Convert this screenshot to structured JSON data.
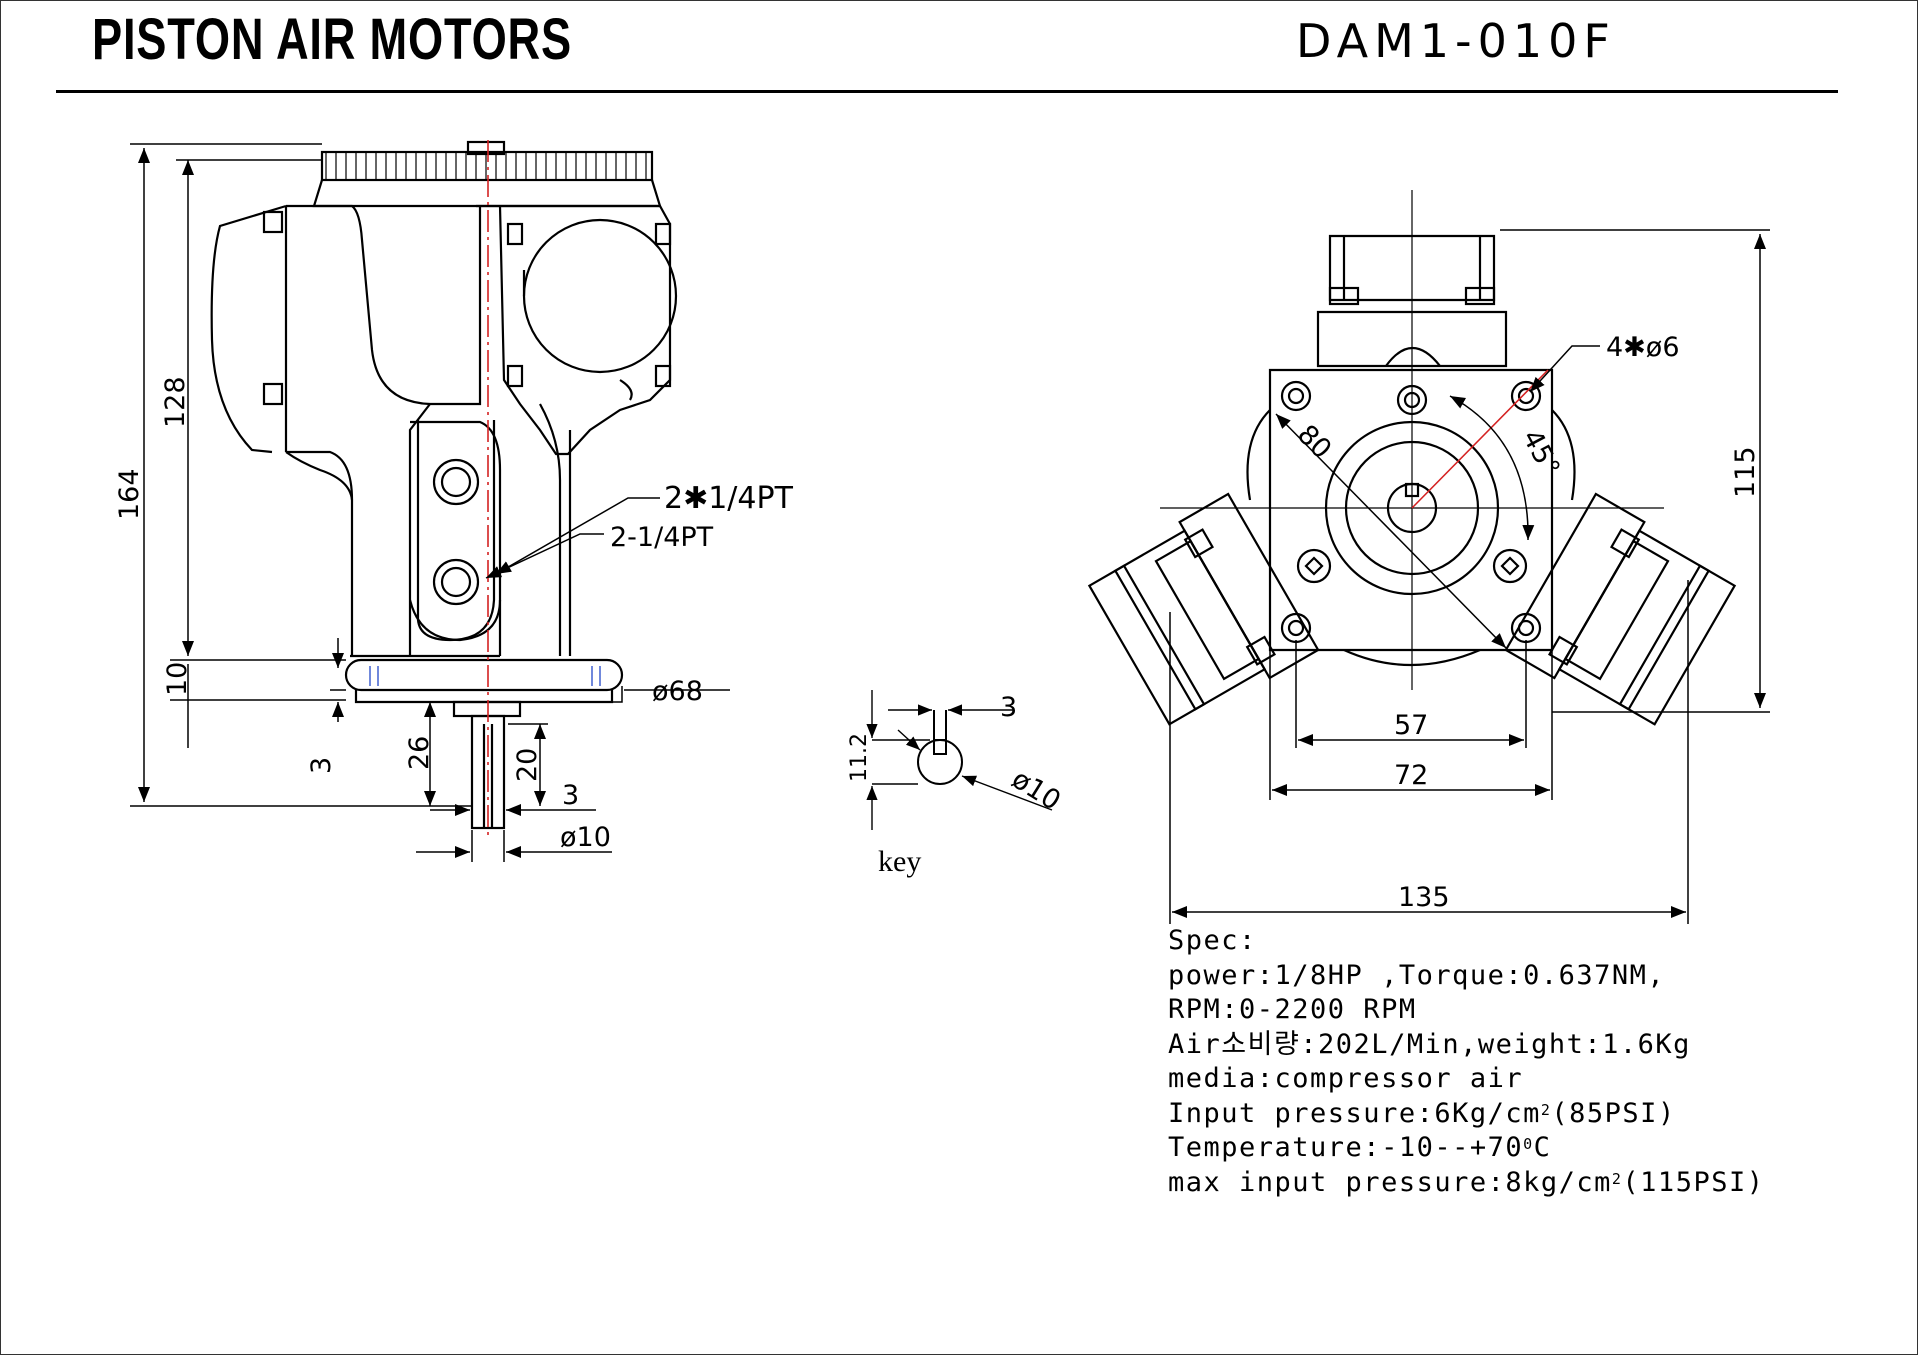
{
  "title": "PISTON AIR MOTORS",
  "model": "DAM1-010F",
  "side_view": {
    "dim_total_height": "164",
    "dim_body_height": "128",
    "dim_flange": "10",
    "dim_flange_step": "3",
    "dim_shaft_26": "26",
    "dim_shaft_20": "20",
    "dim_shaft_key": "3",
    "dim_shaft_dia": "ø10",
    "dim_flange_dia": "ø68",
    "port_label_1": "2✱1/4PT",
    "port_label_2": "2-1/4PT"
  },
  "key_view": {
    "label": "key",
    "dim_width": "3",
    "dim_height": "11.2",
    "dim_dia": "ø10"
  },
  "front_view": {
    "dim_holes": "4✱ø6",
    "dim_diag": "80",
    "dim_angle": "45°",
    "dim_height": "115",
    "dim_57": "57",
    "dim_72": "72",
    "dim_135": "135"
  },
  "spec": {
    "heading": "Spec:",
    "line1": "power:1/8HP ,Torque:0.637NM,",
    "line2": "RPM:0-2200 RPM",
    "line3": "Air소비량:202L/Min,weight:1.6Kg",
    "line4": "media:compressor air",
    "line5_pre": "Input pressure:6Kg/cm",
    "line5_sup": "2",
    "line5_post": "(85PSI)",
    "line6_pre": "Temperature:-10--+70",
    "line6_sup": "0",
    "line6_post": "C",
    "line7_pre": "max input pressure:8kg/cm",
    "line7_sup": "2",
    "line7_post": "(115PSI)"
  }
}
